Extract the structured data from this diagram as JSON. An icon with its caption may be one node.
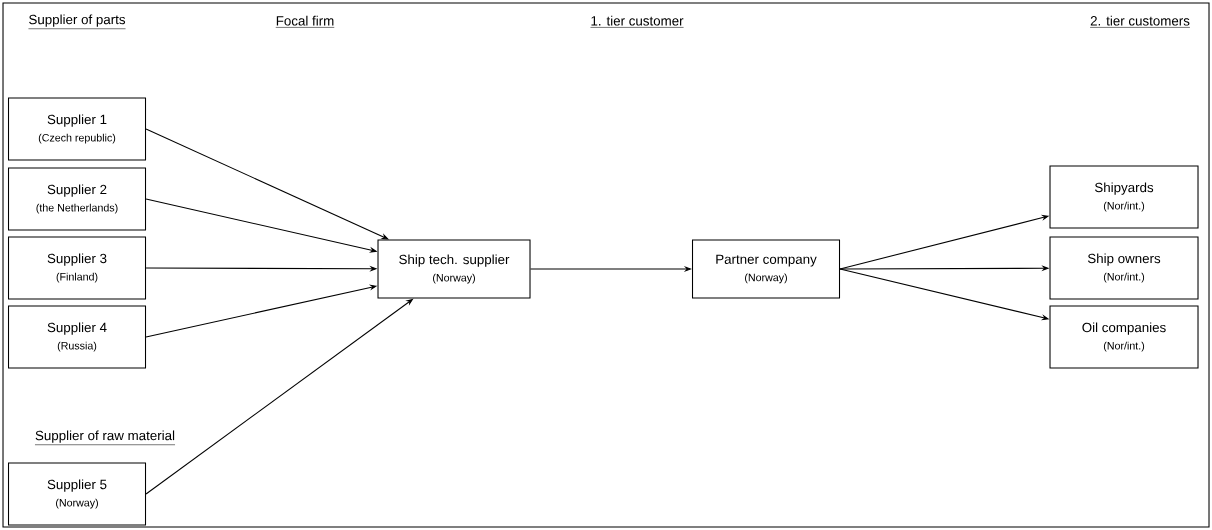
{
  "diagram": {
    "nodes": [
      {
        "text": [
          "Supplier 1",
          "(Czech republic)"
        ]
      },
      {
        "text": [
          "Supplier 2",
          "(the Netherlands)"
        ]
      },
      {
        "text": [
          "Supplier 3",
          "(Finland)"
        ]
      },
      {
        "text": [
          "Supplier 4",
          "(Russia)"
        ]
      },
      {
        "text": [
          "Supplier 5",
          "(Norway)"
        ]
      },
      {
        "text": [
          "Ship tech. supplier",
          "(Norway)"
        ]
      },
      {
        "text": [
          "Partner company",
          "(Norway)"
        ]
      },
      {
        "text": [
          "Shipyards",
          "(Nor/int.)"
        ]
      },
      {
        "text": [
          "Ship owners",
          "(Nor/int.)"
        ]
      },
      {
        "text": [
          "Oil companies",
          "(Nor/int.)"
        ]
      }
    ],
    "edges": [
      {
        "from": 0,
        "to": 5,
        "arrow": "to"
      },
      {
        "from": 1,
        "to": 5,
        "arrow": "to"
      },
      {
        "from": 2,
        "to": 5,
        "arrow": "to"
      },
      {
        "from": 3,
        "to": 5,
        "arrow": "to"
      },
      {
        "from": 4,
        "to": 5,
        "arrow": "to"
      },
      {
        "from": 5,
        "to": 6,
        "arrow": "to"
      },
      {
        "from": 6,
        "to": 7,
        "arrow": "to"
      },
      {
        "from": 6,
        "to": 8,
        "arrow": "to"
      },
      {
        "from": 6,
        "to": 9,
        "arrow": "to"
      }
    ],
    "labels": [
      "Supplier of parts",
      "Focal firm",
      "1. tier customer",
      "2. tier customers",
      "Supplier of raw material"
    ]
  }
}
